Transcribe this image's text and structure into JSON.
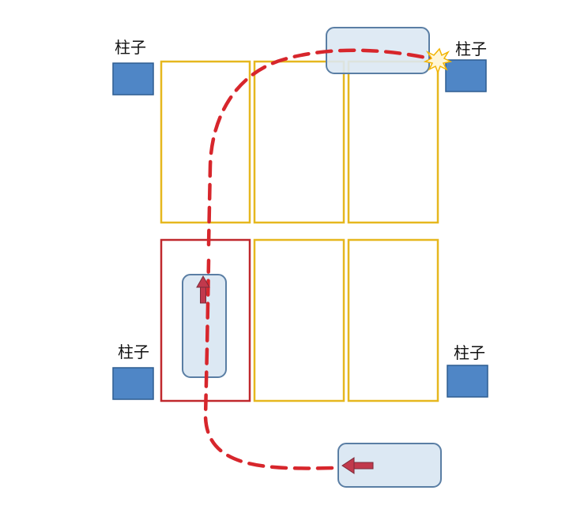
{
  "pillars": [
    {
      "label": "柱子"
    },
    {
      "label": "柱子"
    },
    {
      "label": "柱子"
    },
    {
      "label": "柱子"
    }
  ],
  "colors": {
    "pillar_fill": "#4f86c6",
    "pillar_stroke": "#2e5d91",
    "space_border": "#e6b71e",
    "target_space_border": "#c0282d",
    "car_fill": "#dce8f3",
    "car_stroke": "#5a7ea4",
    "path": "#d7262c",
    "arrow": "#c1394c",
    "collision": "#f2b400"
  },
  "icons": {
    "collision": "starburst-icon",
    "direction": "arrow-icon"
  }
}
